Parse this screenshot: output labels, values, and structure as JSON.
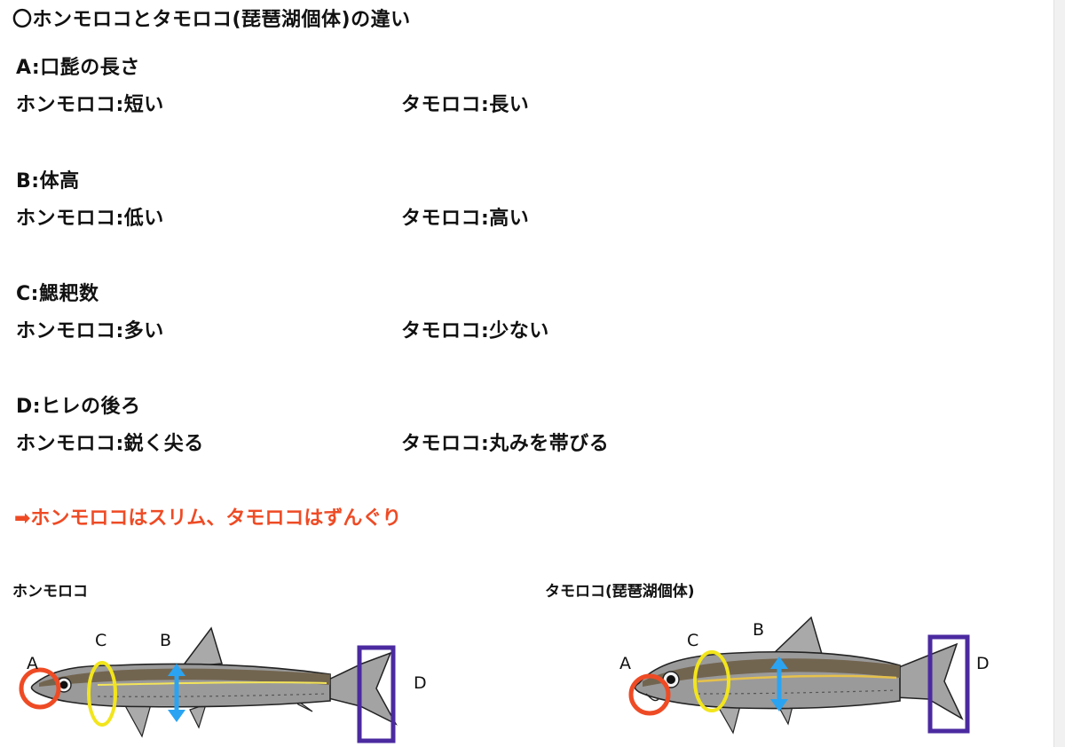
{
  "title": "〇ホンモロコとタモロコ(琵琶湖個体)の違い",
  "sections": [
    {
      "heading": "A:口髭の長さ",
      "left": "ホンモロコ:短い",
      "right": "タモロコ:長い"
    },
    {
      "heading": "B:体高",
      "left": "ホンモロコ:低い",
      "right": "タモロコ:高い"
    },
    {
      "heading": "C:鰓耙数",
      "left": "ホンモロコ:多い",
      "right": "タモロコ:少ない"
    },
    {
      "heading": "D:ヒレの後ろ",
      "left": "ホンモロコ:鋭く尖る",
      "right": "タモロコ:丸みを帯びる"
    }
  ],
  "conclusion": "➡ホンモロコはスリム、タモロコはずんぐり",
  "figures": {
    "left_label": "ホンモロコ",
    "right_label": "タモロコ(琵琶湖個体)",
    "markers": {
      "a": "A",
      "b": "B",
      "c": "C",
      "d": "D"
    }
  },
  "colors": {
    "accent_red": "#ee4b25",
    "marker_yellow": "#f2e51c",
    "marker_blue": "#2aa4f2",
    "marker_purple": "#4b2aa0"
  }
}
